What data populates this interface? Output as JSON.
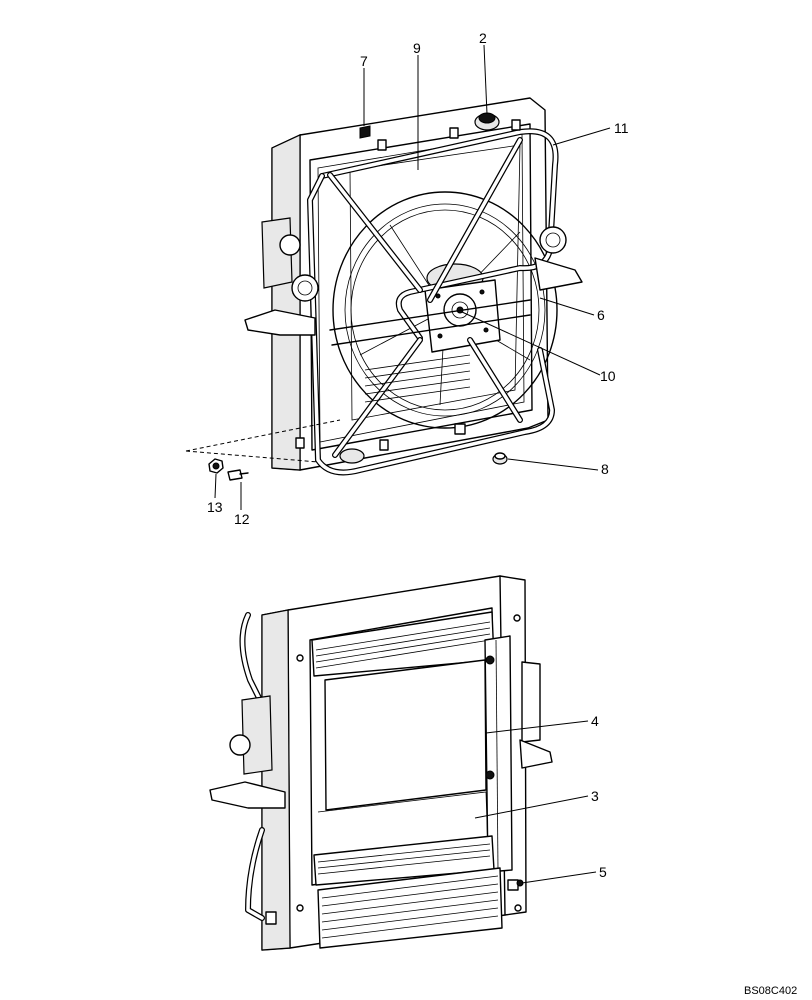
{
  "figure": {
    "drawing_code": "BS08C402",
    "callouts": {
      "c2": "2",
      "c3": "3",
      "c4": "4",
      "c5": "5",
      "c6": "6",
      "c7": "7",
      "c8": "8",
      "c9": "9",
      "c10": "10",
      "c11": "11",
      "c12": "12",
      "c13": "13"
    }
  }
}
